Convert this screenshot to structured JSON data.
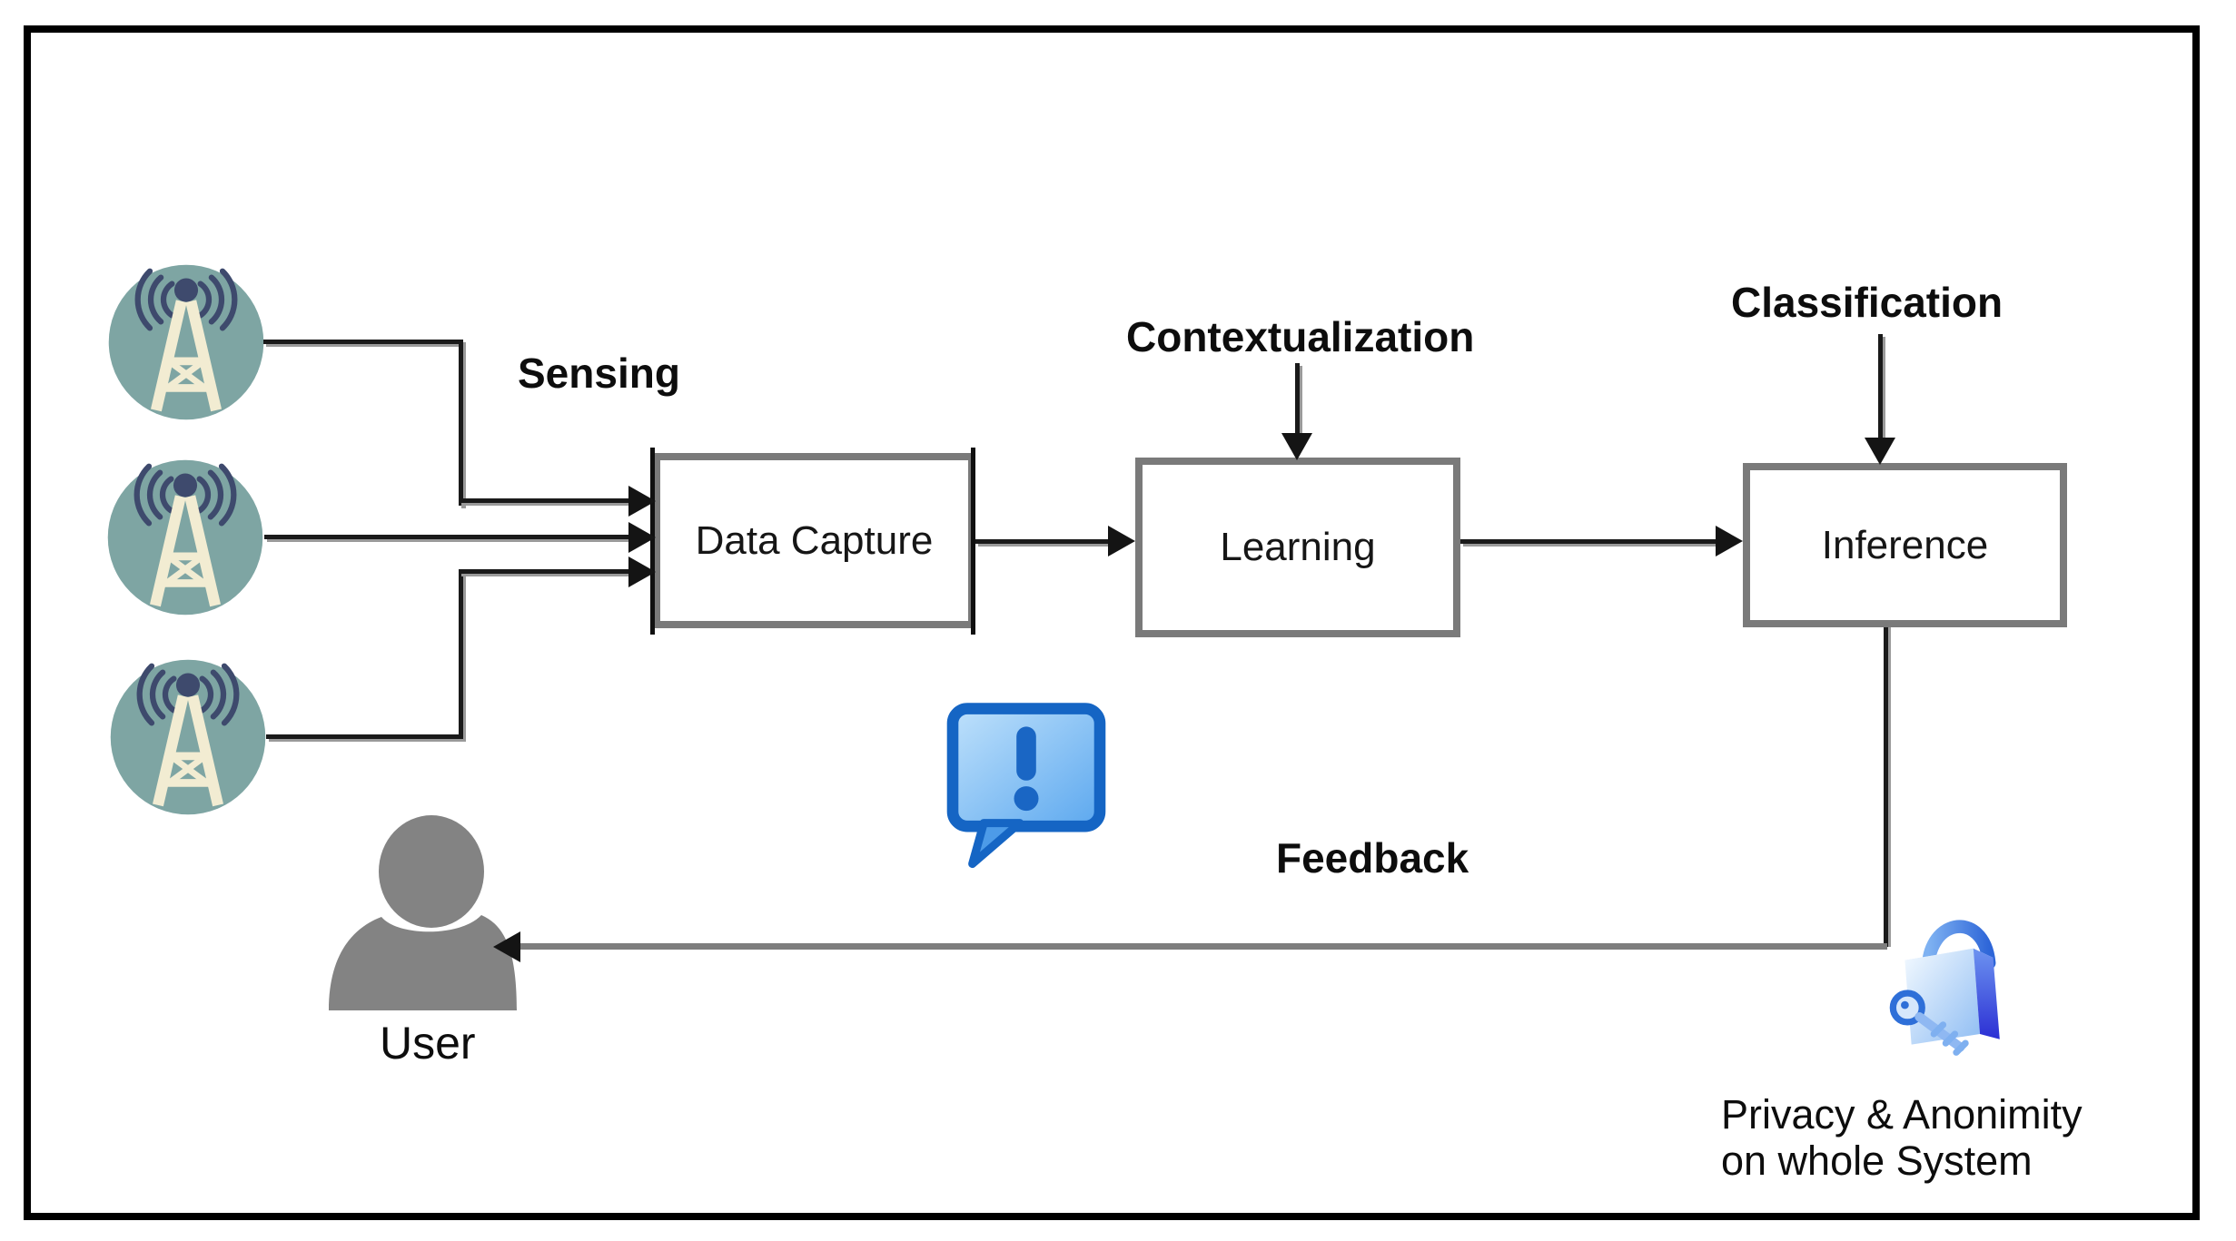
{
  "labels": {
    "sensing": "Sensing",
    "contextualization": "Contextualization",
    "classification": "Classification",
    "feedback": "Feedback",
    "user": "User",
    "privacy_line1": "Privacy & Anonimity",
    "privacy_line2": "on whole System"
  },
  "nodes": [
    {
      "id": "data-capture",
      "label": "Data Capture"
    },
    {
      "id": "learning",
      "label": "Learning"
    },
    {
      "id": "inference",
      "label": "Inference"
    }
  ],
  "icons": [
    {
      "name": "radio-tower-icon",
      "count": 3,
      "circle_color": "#7EA5A3",
      "tower_color": "#F2ECD2",
      "signal_color": "#3E4A6D"
    },
    {
      "name": "user-icon",
      "color": "#838383"
    },
    {
      "name": "alert-speech-bubble-icon",
      "border_color": "#1565C4",
      "fill_color": "#8CC4F5",
      "glyph_color": "#1A66C4"
    },
    {
      "name": "lock-key-icon",
      "color": "#4A86E8"
    }
  ],
  "colors": {
    "node_border": "#7A7A7A",
    "node_fill": "#FFFFFF",
    "connector": "#1A1A1A",
    "feedback_line": "#7E7E7E",
    "outer_border": "#000000",
    "text": "#0D0D0D",
    "background": "#FFFFFF"
  }
}
